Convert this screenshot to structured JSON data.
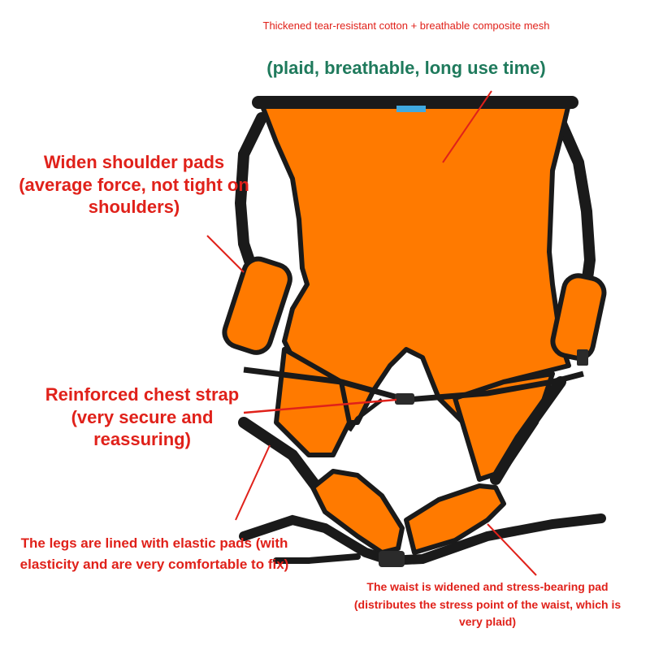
{
  "labels": {
    "top_small": "Thickened tear-resistant cotton + breathable composite mesh",
    "top_green": "(plaid, breathable, long use time)",
    "shoulder": "Widen shoulder pads (average force, not tight on shoulders)",
    "chest": "Reinforced chest strap (very secure and reassuring)",
    "legs": "The legs are lined with elastic pads (with elasticity and are very comfortable to fix)",
    "waist": "The waist is widened and stress-bearing pad (distributes the stress point of the waist, which is very plaid)"
  },
  "colors": {
    "label_red": "#e0211a",
    "label_green": "#1f7a5c",
    "fabric_orange": "#ff7a00",
    "strap_black": "#1a1a1a",
    "tag_blue": "#3fa9e0"
  }
}
